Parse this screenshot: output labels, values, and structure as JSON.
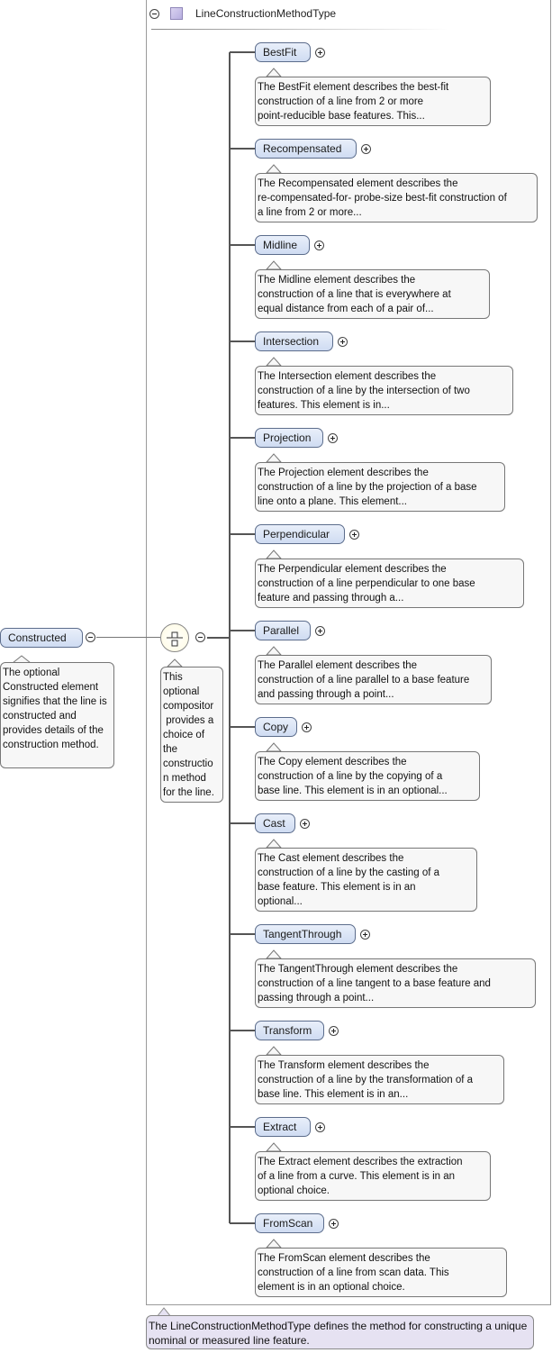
{
  "type": {
    "name": "LineConstructionMethodType",
    "annotation": "The LineConstructionMethodType defines the method for constructing a unique nominal or measured line feature."
  },
  "root": {
    "name": "Constructed",
    "annotation": "The optional Constructed element signifies that the line is constructed and provides details of the construction method."
  },
  "choice": {
    "annotation": "This optional compositor provides a choice of the construction method for the line.",
    "annotation_lines": [
      "This",
      "optional",
      "compositor",
      " provides a",
      "choice of",
      "the",
      "constructio",
      "n method",
      "for the line."
    ]
  },
  "elements": [
    {
      "name": "BestFit",
      "lines": [
        "The BestFit element describes the best-fit",
        "construction of a line from 2 or more",
        "point-reducible base features. This..."
      ]
    },
    {
      "name": "Recompensated",
      "lines": [
        "The Recompensated element describes the",
        "re-compensated-for- probe-size best-fit construction of",
        "a line from 2 or more..."
      ]
    },
    {
      "name": "Midline",
      "lines": [
        "The Midline element describes the",
        "construction of a line that is everywhere at",
        "equal distance from each of a pair of..."
      ]
    },
    {
      "name": "Intersection",
      "lines": [
        "The Intersection element describes the",
        "construction of a line by the intersection of two",
        "features. This element is in..."
      ]
    },
    {
      "name": "Projection",
      "lines": [
        "The Projection element describes the",
        "construction of a line by the projection of a base",
        "line onto a plane. This element..."
      ]
    },
    {
      "name": "Perpendicular",
      "lines": [
        "The Perpendicular element describes the",
        "construction of a line perpendicular to one base",
        "feature and passing through a..."
      ]
    },
    {
      "name": "Parallel",
      "lines": [
        "The Parallel element describes the",
        "construction of a line parallel to a base feature",
        "and passing through a point..."
      ]
    },
    {
      "name": "Copy",
      "lines": [
        "The Copy element describes the",
        "construction of a line by the copying of a",
        "base line. This element is in an optional..."
      ]
    },
    {
      "name": "Cast",
      "lines": [
        "The Cast element describes the",
        "construction of a line by the casting of a",
        "base feature. This element is in an",
        "optional..."
      ]
    },
    {
      "name": "TangentThrough",
      "lines": [
        "The TangentThrough element describes the",
        "construction of a line tangent to a base feature and",
        "passing through a point..."
      ]
    },
    {
      "name": "Transform",
      "lines": [
        "The Transform element describes the",
        "construction of a line by the transformation of a",
        "base line. This element is in an..."
      ]
    },
    {
      "name": "Extract",
      "lines": [
        "The Extract element describes the extraction",
        "of a line from a curve. This element is in an",
        "optional choice."
      ]
    },
    {
      "name": "FromScan",
      "lines": [
        "The FromScan element describes the",
        "construction of a line from scan data. This",
        "element is in an optional choice."
      ]
    }
  ]
}
